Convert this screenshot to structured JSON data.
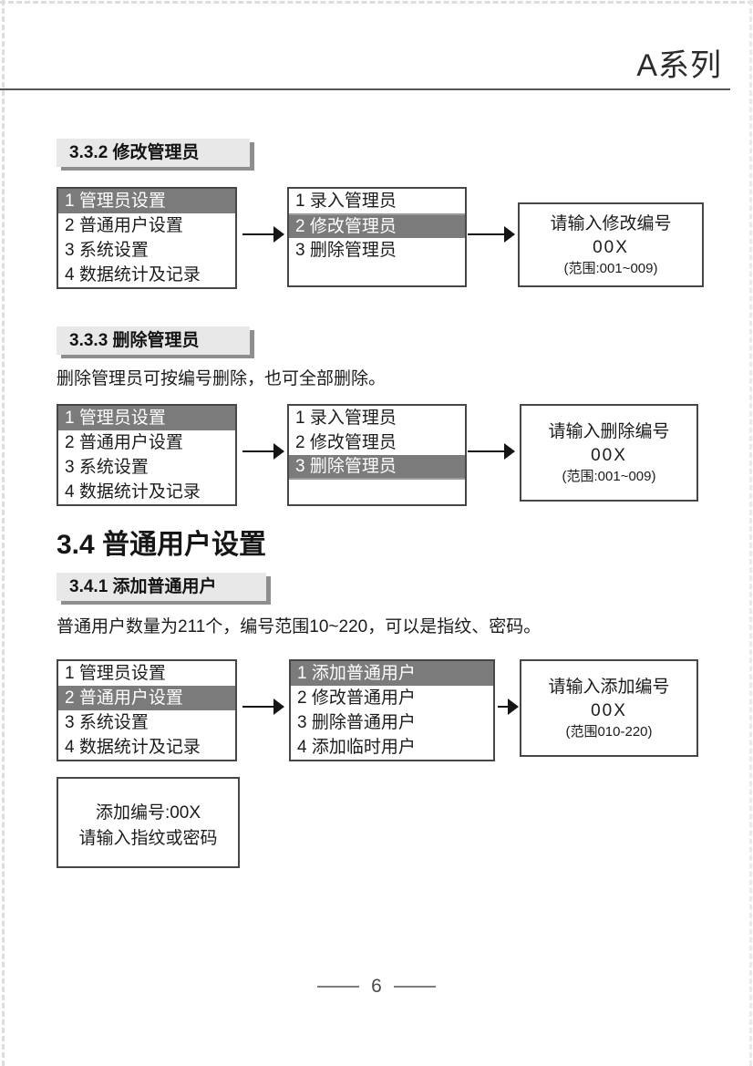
{
  "header": {
    "brand": "A系列"
  },
  "s332": {
    "title": "3.3.2 修改管理员",
    "menu1": [
      "1 管理员设置",
      "2 普通用户设置",
      "3 系统设置",
      "4 数据统计及记录"
    ],
    "menu1_highlight": 0,
    "menu2": [
      "1 录入管理员",
      "2 修改管理员",
      "3 删除管理员"
    ],
    "menu2_highlight": 1,
    "result": [
      "请输入修改编号",
      "00X",
      "(范围:001~009)"
    ]
  },
  "s333": {
    "title": "3.3.3 删除管理员",
    "body": "删除管理员可按编号删除，也可全部删除。",
    "menu1": [
      "1 管理员设置",
      "2 普通用户设置",
      "3 系统设置",
      "4 数据统计及记录"
    ],
    "menu1_highlight": 0,
    "menu2": [
      "1 录入管理员",
      "2 修改管理员",
      "3 删除管理员"
    ],
    "menu2_highlight": 2,
    "result": [
      "请输入删除编号",
      "00X",
      "(范围:001~009)"
    ]
  },
  "s34": {
    "title": "3.4 普通用户设置"
  },
  "s341": {
    "title": "3.4.1 添加普通用户",
    "body": "普通用户数量为211个，编号范围10~220，可以是指纹、密码。",
    "menu1": [
      "1 管理员设置",
      "2 普通用户设置",
      "3 系统设置",
      "4 数据统计及记录"
    ],
    "menu1_highlight": 1,
    "menu2": [
      "1 添加普通用户",
      "2 修改普通用户",
      "3 删除普通用户",
      "4 添加临时用户"
    ],
    "menu2_highlight": 0,
    "result": [
      "请输入添加编号",
      "00X",
      "(范围010-220)"
    ],
    "confirm": [
      "添加编号:00X",
      "请输入指纹或密码"
    ]
  },
  "footer": {
    "page_number": "6"
  },
  "colors": {
    "highlight_bar": "#7b7b7b",
    "section_header_bg": "#e8e8e8",
    "section_header_shadow": "#8e8e8e",
    "lcd_border": "#474747",
    "header_rule": "#565656"
  }
}
